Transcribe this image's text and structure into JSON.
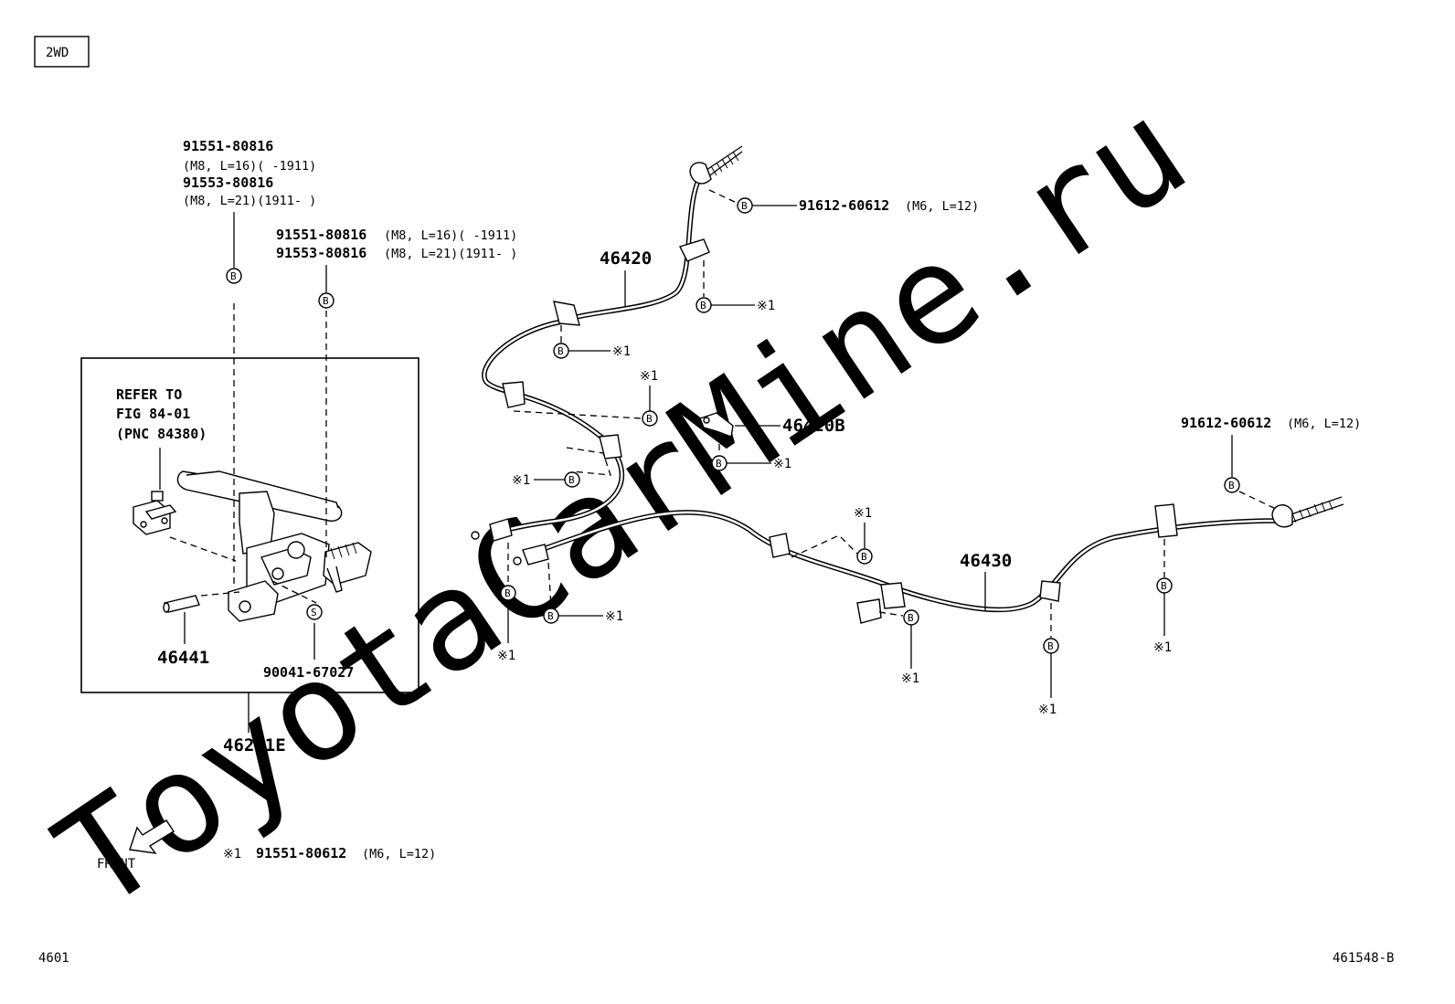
{
  "header": {
    "variant_tag": "2WD"
  },
  "watermark": "ToyotaCarMine.ru",
  "callouts": {
    "top_left_bolt": {
      "line1": "91551-80816",
      "line2": "(M8, L=16)(       -1911)",
      "line3": "91553-80816",
      "line4": "(M8, L=21)(1911-      )"
    },
    "mid_bolt_a": {
      "pn": "91551-80816",
      "spec": "(M8, L=16)(       -1911)"
    },
    "mid_bolt_b": {
      "pn": "91553-80816",
      "spec": "(M8, L=21)(1911-      )"
    },
    "upper_right_bolt": {
      "pn": "91612-60612",
      "spec": "(M6, L=12)"
    },
    "right_bolt": {
      "pn": "91612-60612",
      "spec": "(M6, L=12)"
    },
    "refer_box": {
      "line1": "REFER TO",
      "line2": "FIG 84-01",
      "line3": "(PNC 84380)"
    }
  },
  "parts": {
    "cable_no2": "46420",
    "bracket": "46420B",
    "cable_no3": "46430",
    "pin": "46441",
    "screw": "90041-67027",
    "lever_assy": "46201E"
  },
  "markers": {
    "b": "B",
    "s": "S",
    "note1": "※1"
  },
  "legend": {
    "note1_symbol": "※1",
    "note1_pn": "91551-80612",
    "note1_spec": "(M6, L=12)"
  },
  "front_label": "FRONT",
  "footer": {
    "page": "4601",
    "figure_id": "461548-B"
  }
}
